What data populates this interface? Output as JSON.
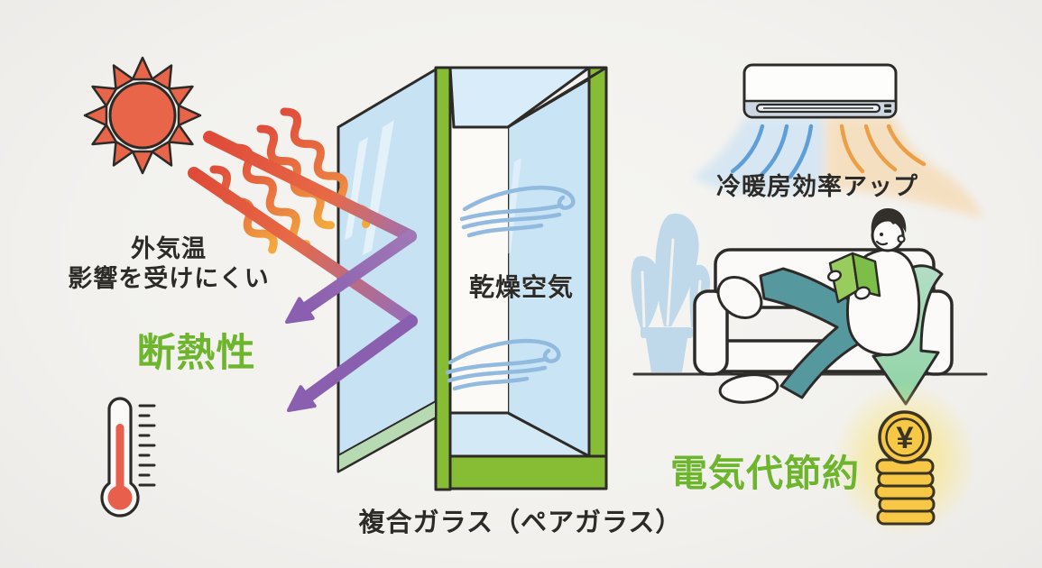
{
  "labels": {
    "outside_temp": "外気温\n影響を受けにくい",
    "insulation": "断熱性",
    "dry_air": "乾燥空気",
    "glass_caption": "複合ガラス（ペアガラス）",
    "ac_efficiency": "冷暖房効率アップ",
    "savings": "電気代節約",
    "coin_symbol": "¥"
  },
  "colors": {
    "background": "#f2f1ee",
    "text_dark": "#2d2b28",
    "accent_green_text": "#6db52c",
    "frame_green": "#87bd35",
    "glass_blue": "#c6e2f3",
    "heat_red": "#e14c3b",
    "heat_orange": "#f3a93d",
    "reflect_purple": "#8a5fb0",
    "cool_air_blue": "#5f9fd8",
    "warm_air_orange": "#ec9f47",
    "wind_swirl_blue": "#92bade",
    "pants_teal": "#5599a3",
    "book_green": "#7cbe47",
    "savings_arrow_green": "#8fd3a4",
    "coin_gold": "#f6c845",
    "glow_yellow": "#f9e47e"
  },
  "icons": [
    "sun-icon",
    "heat-wave-icon",
    "reflection-arrow-icon",
    "thermometer-icon",
    "pair-glass-icon",
    "dry-air-swirl-icon",
    "air-conditioner-icon",
    "cool-airflow-icon",
    "warm-airflow-icon",
    "plant-icon",
    "sofa-icon",
    "person-reading-icon",
    "savings-arrow-icon",
    "coin-stack-icon",
    "yen-coin-icon"
  ]
}
